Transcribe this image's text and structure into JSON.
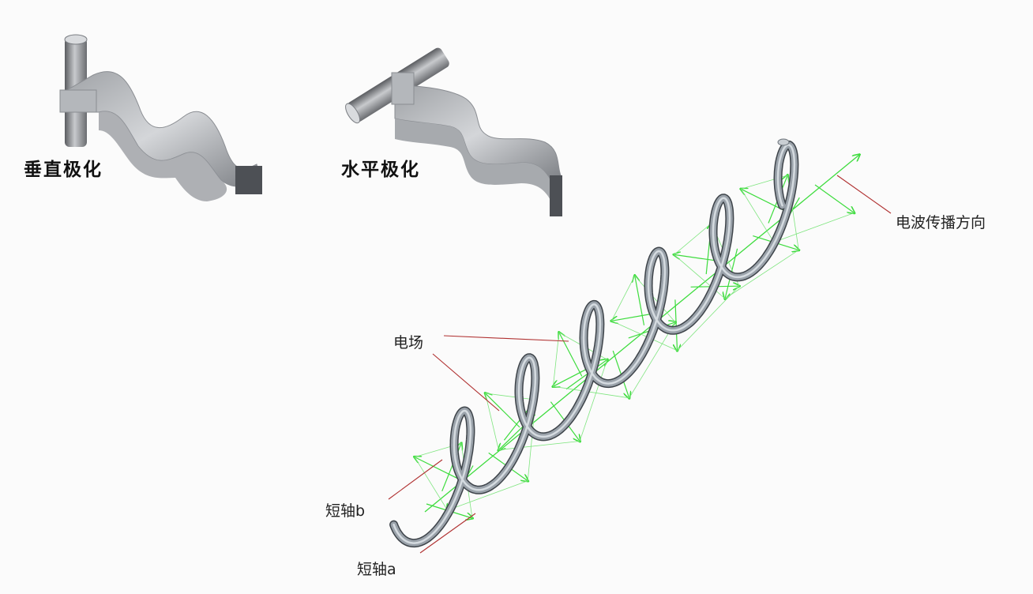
{
  "captions": {
    "vertical_polarization": "垂直极化",
    "horizontal_polarization": "水平极化"
  },
  "labels": {
    "propagation_direction": "电波传播方向",
    "electric_field": "电场",
    "minor_axis_b": "短轴b",
    "minor_axis_a": "短轴a"
  },
  "colors": {
    "background": "#fbfbfb",
    "metal_dark": "#6f7278",
    "metal_light": "#c9ccd0",
    "field_vector": "#3ddc3d",
    "leader_line": "#b03030"
  }
}
